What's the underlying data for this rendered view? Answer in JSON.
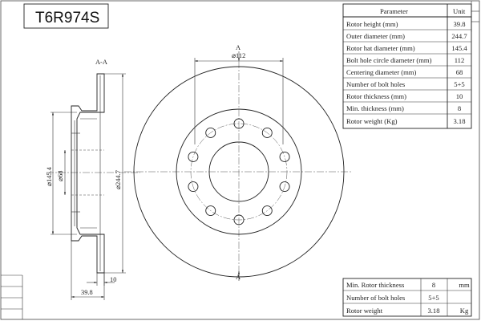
{
  "title": "T6R974S",
  "spec_table": {
    "header_param": "Parameter",
    "header_unit": "Unit",
    "rows": [
      {
        "label": "Rotor height (mm)",
        "value": "39.8"
      },
      {
        "label": "Outer diameter (mm)",
        "value": "244.7"
      },
      {
        "label": "Rotor hat diameter (mm)",
        "value": "145.4"
      },
      {
        "label": "Bolt hole circle diameter (mm)",
        "value": "112"
      },
      {
        "label": "Centering diameter (mm)",
        "value": "68"
      },
      {
        "label": "Number of bolt holes",
        "value": "5+5"
      },
      {
        "label": "Rotor thickness (mm)",
        "value": "10"
      },
      {
        "label": "Min. thickness (mm)",
        "value": "8"
      },
      {
        "label": "Rotor weight (Kg)",
        "value": "3.18"
      }
    ]
  },
  "summary_table": {
    "rows": [
      {
        "label": "Min. Rotor thickness",
        "value": "8",
        "unit": "mm"
      },
      {
        "label": "Number of bolt holes",
        "value": "5+5",
        "unit": ""
      },
      {
        "label": "Rotor weight",
        "value": "3.18",
        "unit": "Kg"
      }
    ]
  },
  "section_view": {
    "section_label": "A-A",
    "dim_hat_diameter": "⌀145.4",
    "dim_centering": "⌀68",
    "dim_outer_diameter": "⌀244.7",
    "dim_thickness": "10",
    "dim_height": "39.8"
  },
  "front_view": {
    "dim_bolt_circle": "⌀112",
    "cut_marker_top": "A",
    "cut_marker_bottom": "A",
    "bolt_hole_count": 10
  }
}
